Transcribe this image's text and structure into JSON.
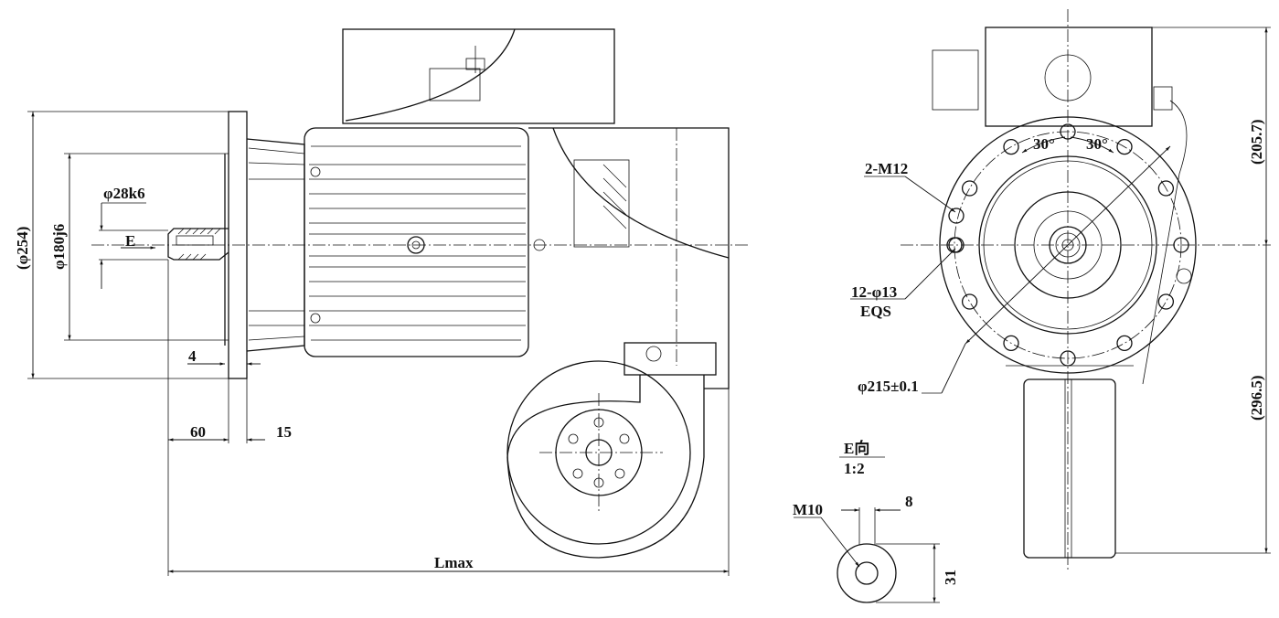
{
  "title": "Motor outline dimension drawing",
  "side_view": {
    "flange_diameter": "(φ254)",
    "spigot_diameter": "φ180j6",
    "shaft_diameter": "φ28k6",
    "view_arrow": "E",
    "spigot_length": "4",
    "shaft_length": "60",
    "flange_thickness": "15",
    "overall_length": "Lmax"
  },
  "front_view": {
    "tapped_holes": "2-M12",
    "angle_left": "30°",
    "angle_right": "30°",
    "mounting_holes": "12-φ13",
    "mounting_holes_note": "EQS",
    "bolt_circle": "φ215±0.1",
    "height_upper": "(205.7)",
    "height_lower": "(296.5)"
  },
  "detail_view": {
    "title": "E向",
    "scale": "1:2",
    "thread": "M10",
    "key_width": "8",
    "shaft_height": "31"
  }
}
